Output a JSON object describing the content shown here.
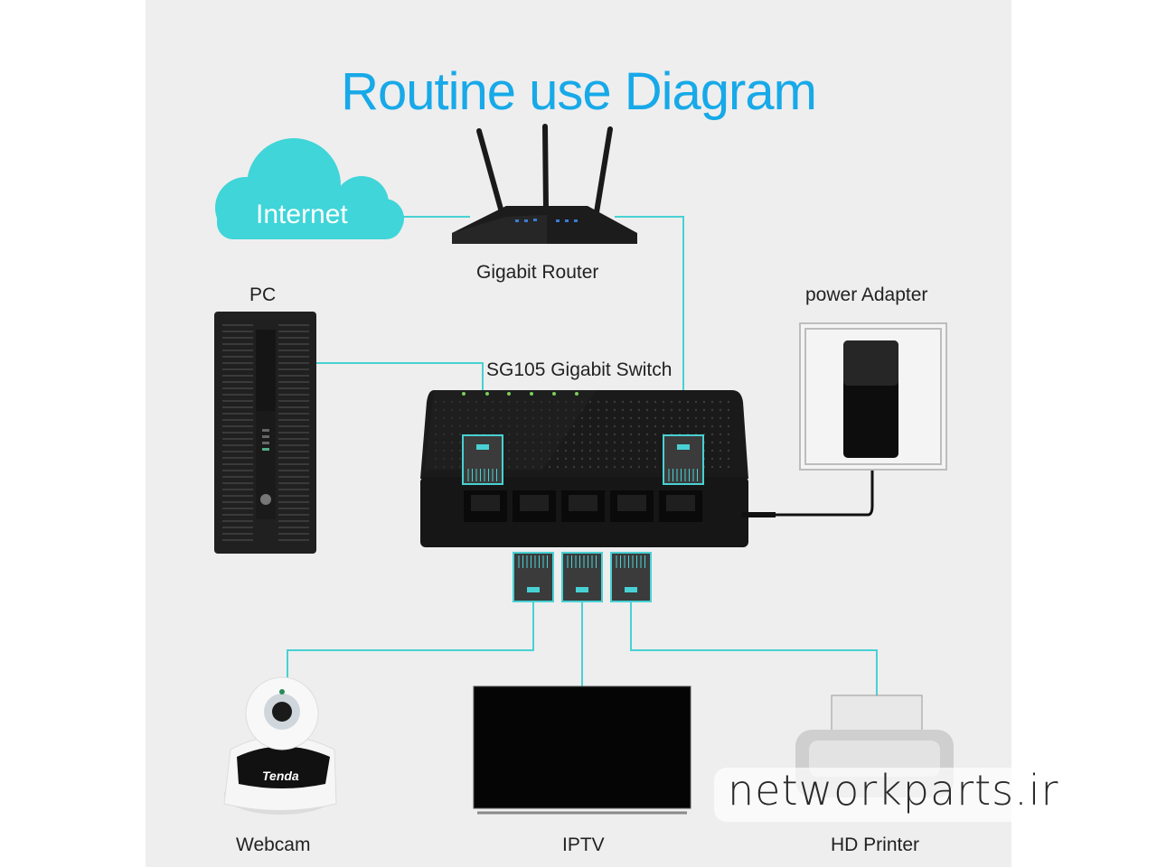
{
  "title": "Routine use Diagram",
  "colors": {
    "title": "#17a9e8",
    "cloud": "#3fd5d9",
    "connector_line": "#48d1d4",
    "panel_background": "#eeeeee",
    "device_dark": "#1b1b1b"
  },
  "nodes": {
    "internet": {
      "label": "Internet",
      "icon": "cloud-icon"
    },
    "router": {
      "label": "Gigabit Router",
      "icon": "router-icon"
    },
    "pc": {
      "label": "PC",
      "icon": "pc-tower-icon"
    },
    "switch": {
      "label": "SG105 Gigabit Switch",
      "icon": "switch-icon",
      "ports": 5
    },
    "power_adapter": {
      "label": "power Adapter",
      "icon": "power-adapter-icon"
    },
    "webcam": {
      "label": "Webcam",
      "icon": "webcam-icon",
      "brand": "Tenda"
    },
    "iptv": {
      "label": "IPTV",
      "icon": "tv-icon"
    },
    "printer": {
      "label": "HD Printer",
      "icon": "printer-icon"
    }
  },
  "connections": [
    {
      "from": "internet",
      "to": "router"
    },
    {
      "from": "router",
      "to": "switch"
    },
    {
      "from": "pc",
      "to": "switch"
    },
    {
      "from": "switch",
      "to": "webcam"
    },
    {
      "from": "switch",
      "to": "iptv"
    },
    {
      "from": "switch",
      "to": "printer"
    },
    {
      "from": "power_adapter",
      "to": "switch"
    }
  ],
  "watermark": "networkparts.ir"
}
